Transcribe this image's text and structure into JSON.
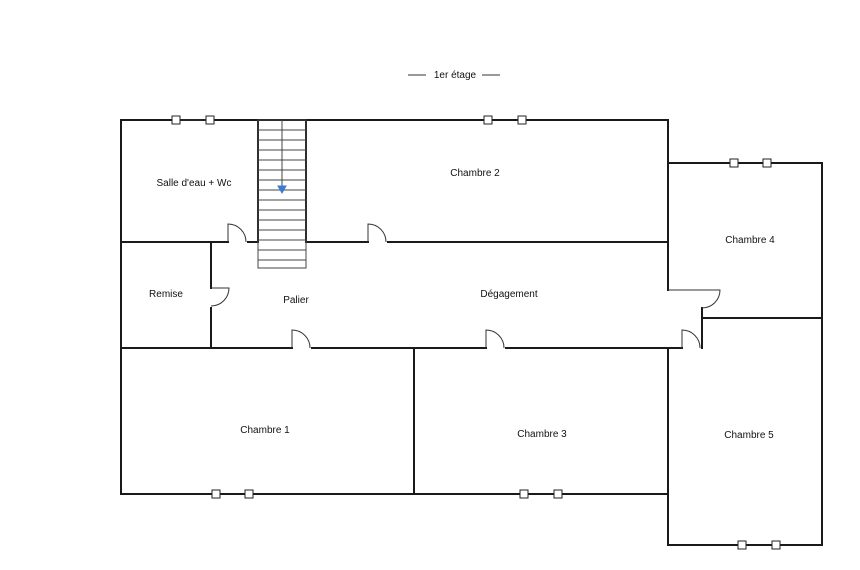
{
  "floor_title": "1er étage",
  "rooms": {
    "salle_eau": "Salle d'eau + Wc",
    "chambre2": "Chambre 2",
    "chambre4": "Chambre 4",
    "remise": "Remise",
    "palier": "Palier",
    "degagement": "Dégagement",
    "chambre1": "Chambre 1",
    "chambre3": "Chambre 3",
    "chambre5": "Chambre 5"
  },
  "colors": {
    "wall": "#1a1a1a",
    "stair_arrow": "#3a7bd5"
  }
}
